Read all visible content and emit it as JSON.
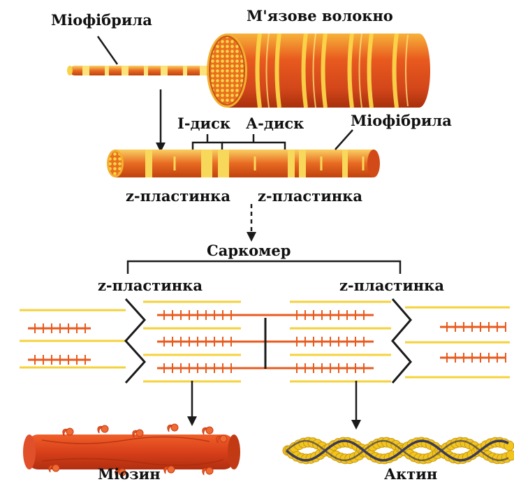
{
  "labels": {
    "myofibril_top": "Міофібрила",
    "muscle_fiber": "М'язове волокно",
    "i_disk": "I-диск",
    "a_disk": "А-диск",
    "myofibril_mid": "Міофібрила",
    "z_plate_mid_left": "z-пластинка",
    "z_plate_mid_right": "z-пластинка",
    "sarcomere": "Саркомер",
    "z_plate_low_left": "z-пластинка",
    "z_plate_low_right": "z-пластинка",
    "myosin": "Міозин",
    "actin": "Актин"
  },
  "colors": {
    "orange": "#e85a1e",
    "yellow": "#f5d23a",
    "dark_red": "#c83a12",
    "black": "#1a1a1a",
    "actin_bead": "#f2c51e",
    "actin_strand": "#3a3a5a"
  }
}
